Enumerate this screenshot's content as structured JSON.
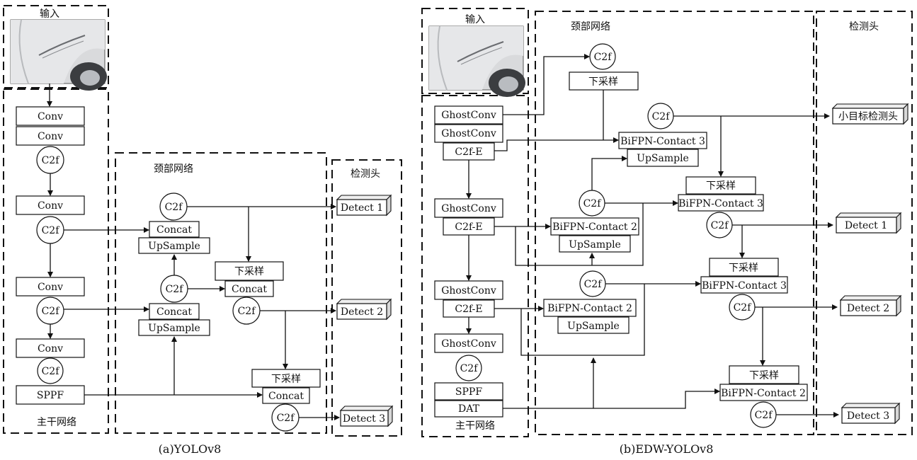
{
  "left": {
    "input_label": "输入",
    "backbone_label": "主干网络",
    "neck_label": "颈部网络",
    "head_label": "检测头",
    "caption": "(a)YOLOv8",
    "backbone": {
      "conv1": "Conv",
      "conv2": "Conv",
      "c2f1": "C2f",
      "conv3": "Conv",
      "c2f2": "C2f",
      "conv4": "Conv",
      "c2f3": "C2f",
      "conv5": "Conv",
      "c2f4": "C2f",
      "sppf": "SPPF"
    },
    "neck": {
      "c2f_top": "C2f",
      "concat1": "Concat",
      "upsample1": "UpSample",
      "c2f_mid": "C2f",
      "down1": "下采样",
      "concat_mid": "Concat",
      "concat2": "Concat",
      "upsample2": "UpSample",
      "c2f_right": "C2f",
      "down2": "下采样",
      "concat3": "Concat",
      "c2f_bottom": "C2f"
    },
    "detect": [
      "Detect 1",
      "Detect 2",
      "Detect 3"
    ]
  },
  "right": {
    "input_label": "输入",
    "backbone_label": "主干网络",
    "neck_label": "颈部网络",
    "head_label": "检测头",
    "caption": "(b)EDW-YOLOv8",
    "backbone": {
      "ghost1": "GhostConv",
      "ghost2": "GhostConv",
      "c2fe1": "C2f-E",
      "ghost3": "GhostConv",
      "c2fe2": "C2f-E",
      "ghost4": "GhostConv",
      "c2fe3": "C2f-E",
      "ghost5": "GhostConv",
      "c2f": "C2f",
      "sppf": "SPPF",
      "dat": "DAT"
    },
    "neck": {
      "c2f_top": "C2f",
      "down_top": "下采样",
      "c2f_a": "C2f",
      "bifpn3_a": "BiFPN-Contact 3",
      "upsample_a": "UpSample",
      "c2f_b": "C2f",
      "down_b": "下采样",
      "bifpn3_b": "BiFPN-Contact 3",
      "bifpn2_a": "BiFPN-Contact 2",
      "upsample_b": "UpSample",
      "c2f_c": "C2f",
      "c2f_d": "C2f",
      "down_c": "下采样",
      "bifpn3_c": "BiFPN-Contact 3",
      "bifpn2_b": "BiFPN-Contact 2",
      "upsample_c": "UpSample",
      "c2f_e": "C2f",
      "down_d": "下采样",
      "bifpn2_c": "BiFPN-Contact 2",
      "c2f_f": "C2f"
    },
    "detect": [
      "小目标检测头",
      "Detect 1",
      "Detect 2",
      "Detect 3"
    ]
  }
}
